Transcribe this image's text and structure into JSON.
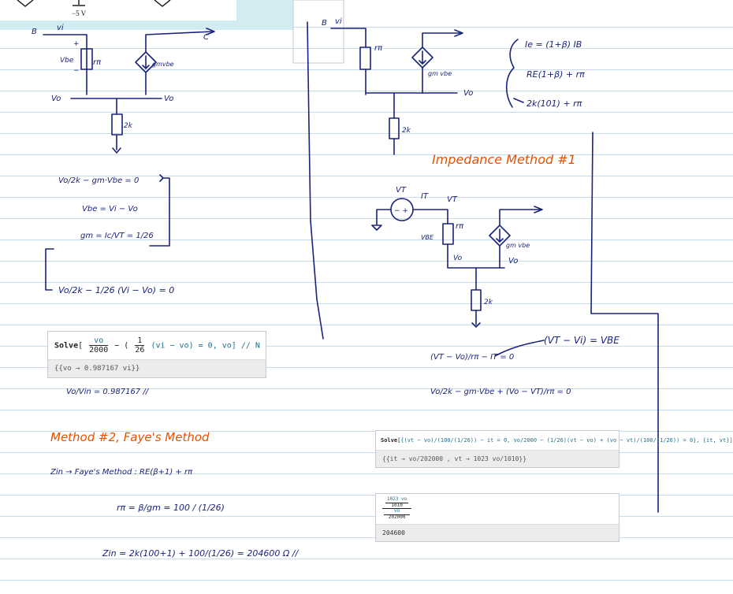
{
  "colors": {
    "ink": "#1a237e",
    "orange": "#e65100",
    "rule": "#c8dced",
    "panel": "#d2ecf2"
  },
  "top_panel": {
    "voltage_label": "−5 V"
  },
  "left": {
    "node_b": "B",
    "node_vi": "vi",
    "node_c": "C",
    "vbe": "Vbe",
    "rpi": "rπ",
    "gm": "gmvbe",
    "vo_left": "Vo",
    "vo_right": "Vo",
    "r2k": "2k",
    "eq1": "Vo/2k − gm·Vbe = 0",
    "eq2": "Vbe = Vi − Vo",
    "eq3": "gm = Ic/VT = 1/26",
    "eq4": "Vo/2k − 1/26 (Vi − Vo) = 0",
    "ratio": "Vo/Vin = 0.987167 //"
  },
  "mm1": {
    "cmd": "Solve",
    "eq_head": "vo",
    "den": "2000",
    "coef": "1",
    "coef_den": "26",
    "tail": "(vi − vo) = 0, vo] // N",
    "out": "{{vo → 0.987167 vi}}"
  },
  "method2": {
    "title": "Method #2, Faye's Method",
    "line1": "Zin → Faye's Method : RE(β+1) + rπ",
    "rpi_eq": "rπ = β/gm = 100 / (1/26)",
    "zin_eq": "Zin = 2k(100+1) + 100/(1/26) = 204600 Ω //"
  },
  "right": {
    "node_b": "B",
    "node_vi": "vi",
    "rpi": "rπ",
    "gm": "gm vbe",
    "vo": "Vo",
    "r2k": "2k",
    "ie_eq": "Ie = (1+β) IB",
    "re_eq": "RE(1+β) + rπ",
    "num_eq": "2k(101) + rπ",
    "impedance_title": "Impedance Method #1",
    "vt": "VT",
    "it": "IT",
    "vt_node": "VT",
    "vbe": "VBE",
    "rpi2": "rπ",
    "gm2": "gm vbe",
    "vo2": "Vo",
    "r2k2": "2k",
    "eq_a": "(VT − Vo)/rπ − IT = 0",
    "eq_b": "Vo/2k − gm·Vbe + (Vo − VT)/rπ = 0",
    "vbe_note": "(VT − Vi) = VBE"
  },
  "mm2": {
    "cmd": "Solve",
    "input": "{(vt − vo)/(100/(1/26)) − it = 0, vo/2000 − (1/26)(vt − vo) + (vo − vt)/(100/(1/26)) = 0}, {it, vt}]",
    "out": "{{it → vo/202000 , vt → 1023 vo/1010}}",
    "div_num": "1023 vo",
    "div_num_den": "1010",
    "div_den": "vo",
    "div_den_den": "202000",
    "result": "204600"
  }
}
